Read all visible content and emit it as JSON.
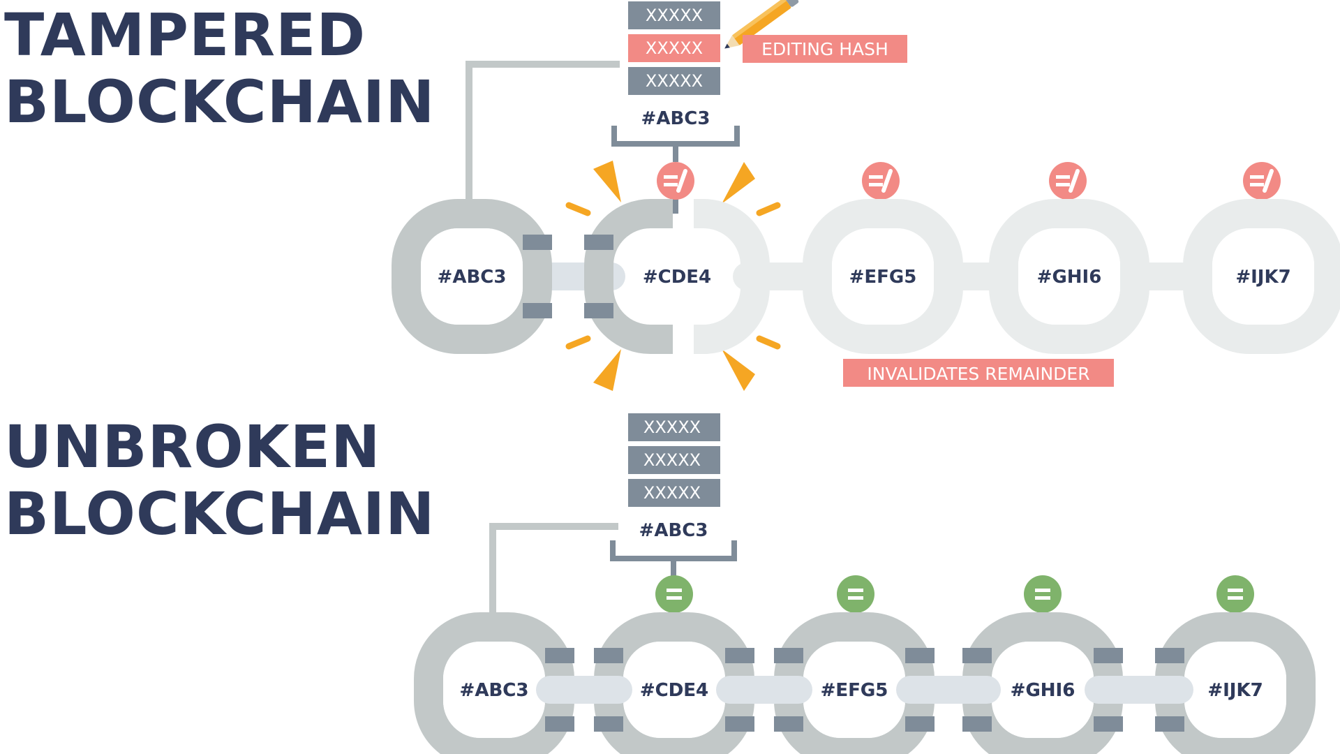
{
  "colors": {
    "navy": "#2f3a5a",
    "chain_gray": "#c2c8c8",
    "chain_dark": "#7f8c99",
    "chain_faded": "#e9ecec",
    "connector": "#dde3e8",
    "block_gray": "#7f8c99",
    "tamper_red": "#f28a85",
    "valid_green": "#7fb36b",
    "spark_orange": "#f5a623",
    "pencil_orange": "#f5a623"
  },
  "tampered": {
    "title_line1": "TAMPERED",
    "title_line2": "BLOCKCHAIN",
    "block_rows": [
      "XXXXX",
      "XXXXX",
      "XXXXX"
    ],
    "edited_row_index": 1,
    "block_hash": "#ABC3",
    "edit_label": "EDITING HASH",
    "invalid_label": "INVALIDATES REMAINDER",
    "check_symbol": "=/",
    "check_icon": "not-equal-icon",
    "links": [
      "#ABC3",
      "#CDE4",
      "#EFG5",
      "#GHI6",
      "#IJK7"
    ]
  },
  "unbroken": {
    "title_line1": "UNBROKEN",
    "title_line2": "BLOCKCHAIN",
    "block_rows": [
      "XXXXX",
      "XXXXX",
      "XXXXX"
    ],
    "block_hash": "#ABC3",
    "check_symbol": "=",
    "check_icon": "equal-icon",
    "links": [
      "#ABC3",
      "#CDE4",
      "#EFG5",
      "#GHI6",
      "#IJK7"
    ]
  }
}
